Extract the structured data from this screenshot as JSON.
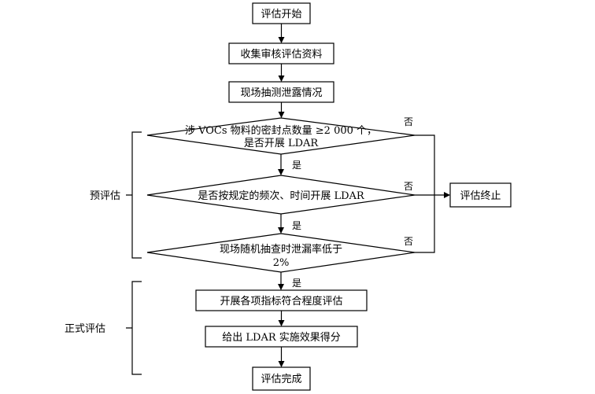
{
  "nodes": {
    "start": "评估开始",
    "collect": "收集审核评估资料",
    "measure": "现场抽测泄露情况",
    "decision1_line1": "涉 VOCs 物料的密封点数量 ≥2 000 个，",
    "decision1_line2": "是否开展 LDAR",
    "decision2": "是否按规定的频次、时间开展 LDAR",
    "decision3_line1": "现场随机抽查时泄漏率低于",
    "decision3_line2": "2%",
    "terminate": "评估终止",
    "evaluate": "开展各项指标符合程度评估",
    "score": "给出 LDAR 实施效果得分",
    "finish": "评估完成"
  },
  "labels": {
    "yes1": "是",
    "yes2": "是",
    "yes3": "是",
    "no1": "否",
    "no2": "否",
    "no3": "否"
  },
  "groups": {
    "pre": "预评估",
    "formal": "正式评估"
  }
}
